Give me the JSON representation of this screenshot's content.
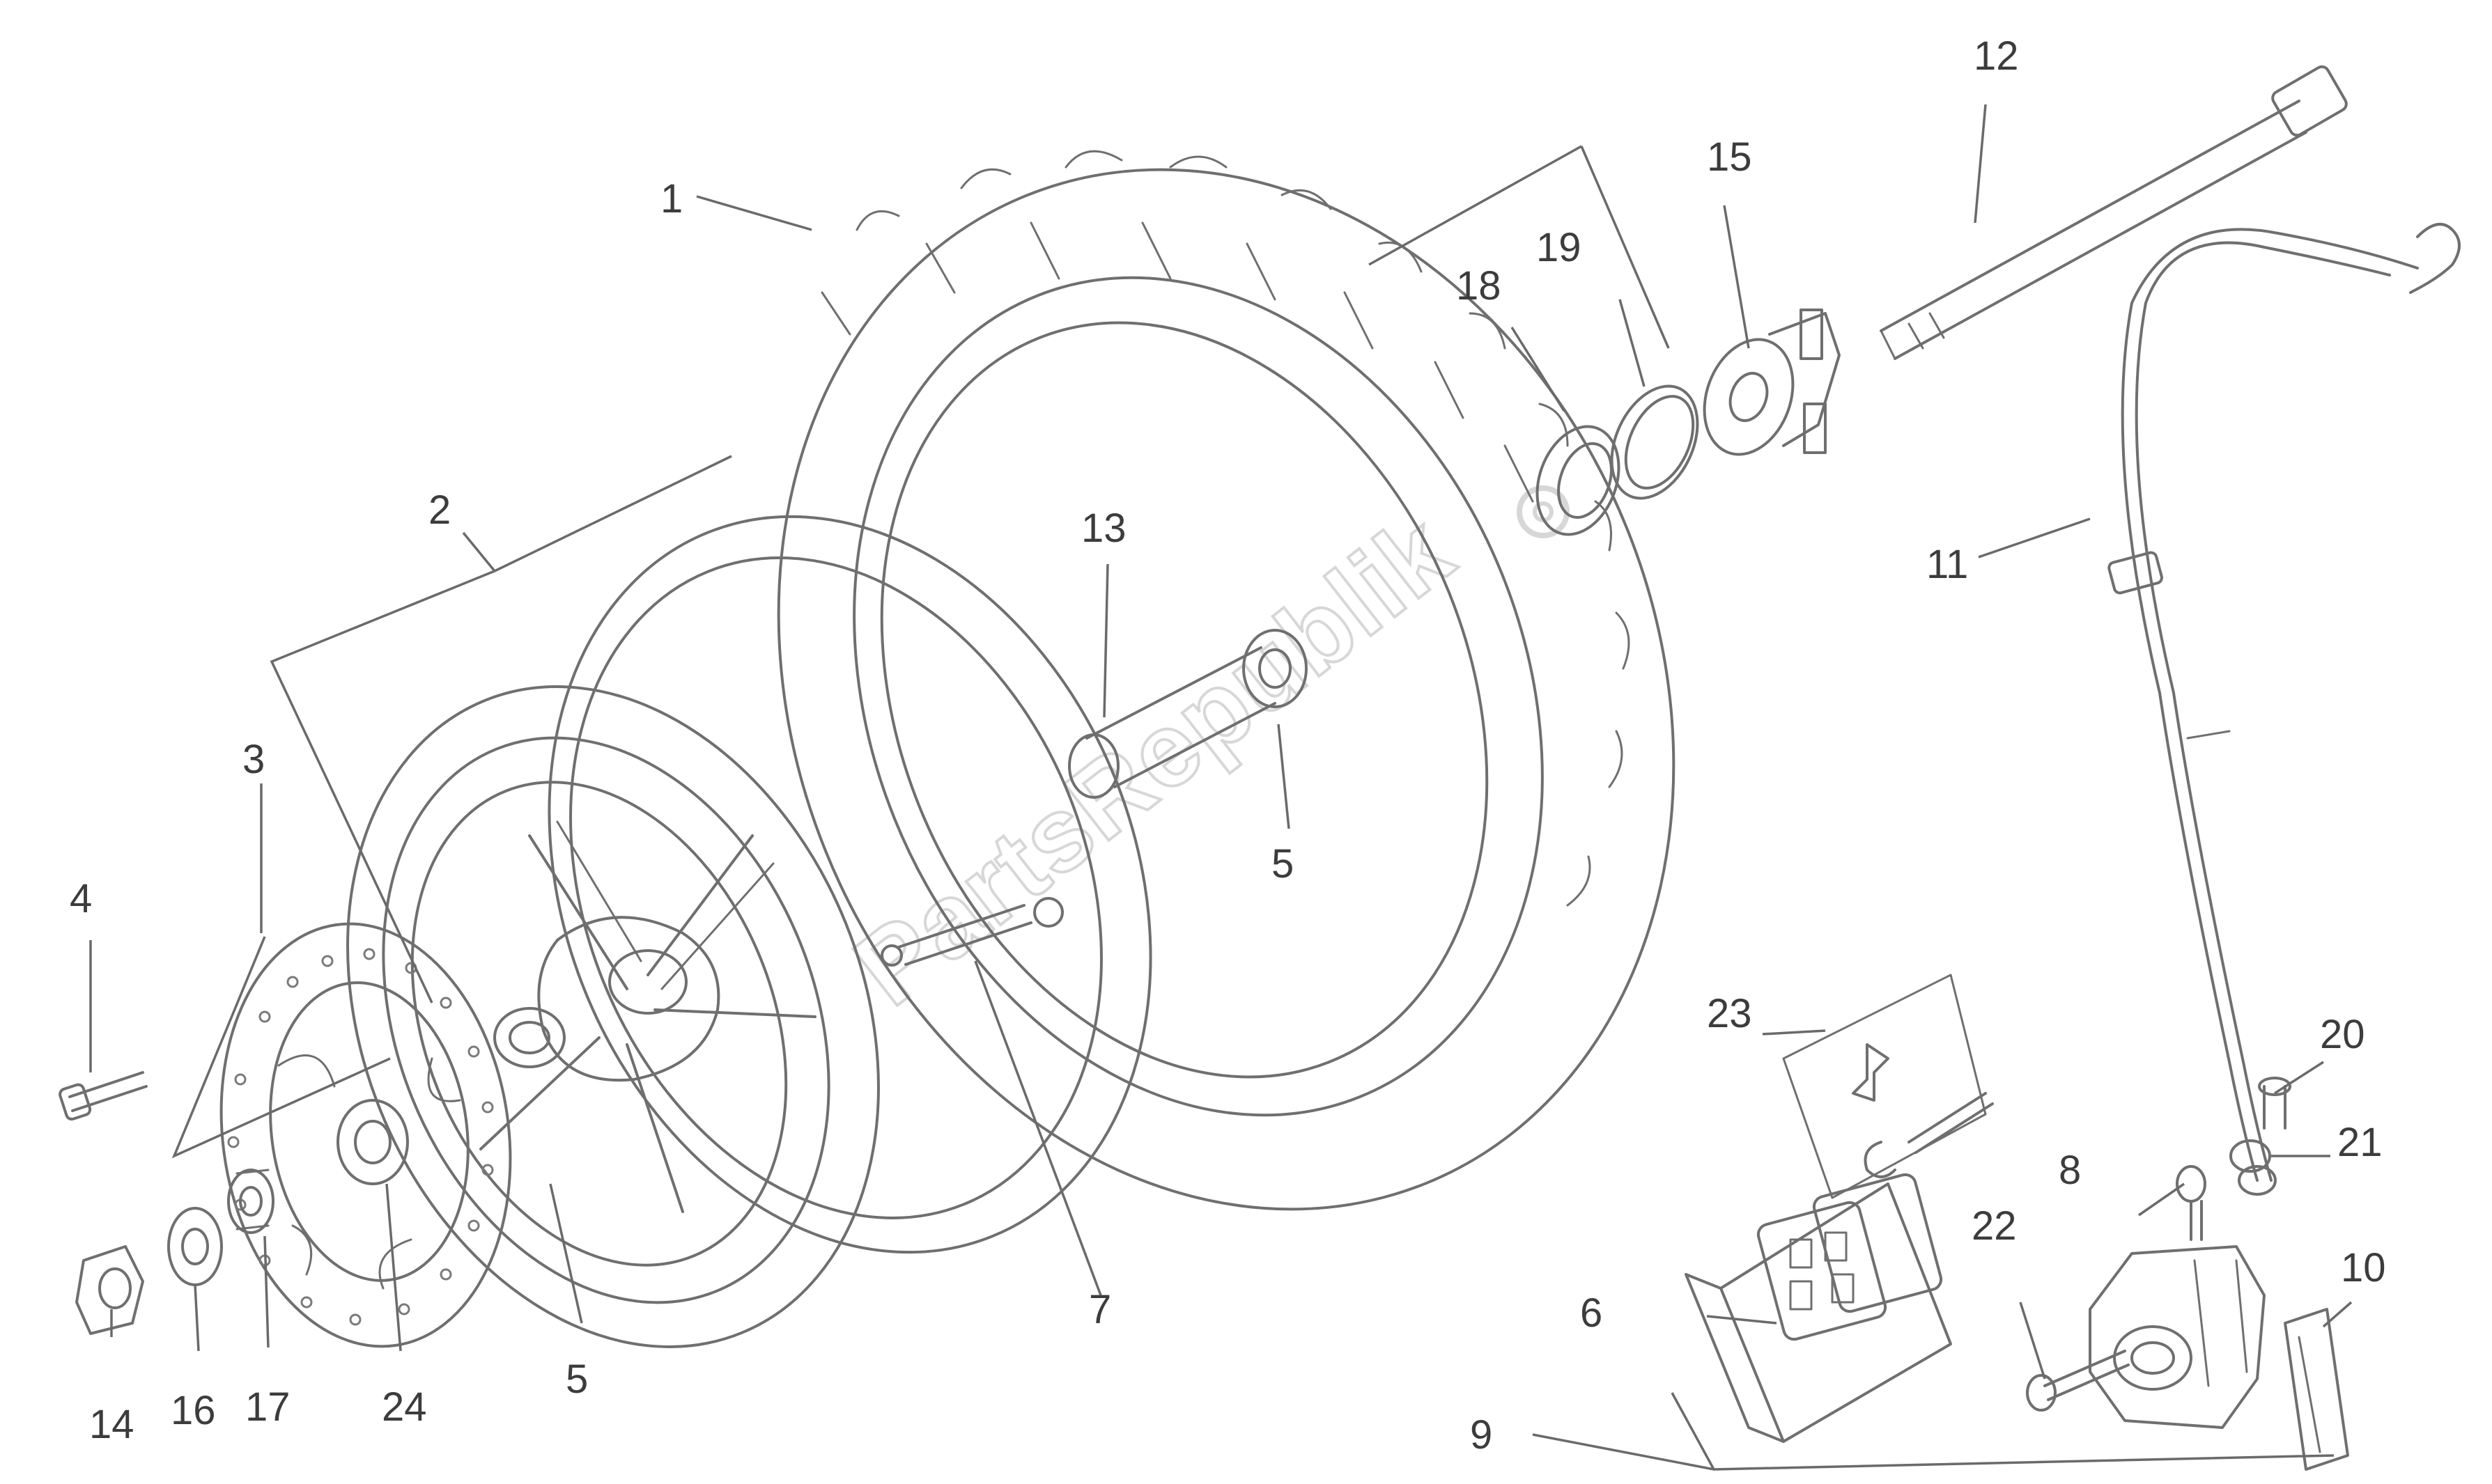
{
  "watermark": {
    "text": "PartsRepublik"
  },
  "callouts": [
    {
      "id": "c1",
      "label": "1",
      "part": "tyre"
    },
    {
      "id": "c2",
      "label": "2",
      "part": "wheel-rim"
    },
    {
      "id": "c3",
      "label": "3",
      "part": "brake-disc"
    },
    {
      "id": "c4",
      "label": "4",
      "part": "disc-screw"
    },
    {
      "id": "c5a",
      "label": "5",
      "part": "bearing"
    },
    {
      "id": "c5b",
      "label": "5",
      "part": "bearing"
    },
    {
      "id": "c6",
      "label": "6",
      "part": "brake-pads"
    },
    {
      "id": "c7",
      "label": "7",
      "part": "valve"
    },
    {
      "id": "c8",
      "label": "8",
      "part": "bleed-valve"
    },
    {
      "id": "c9",
      "label": "9",
      "part": "brake-caliper-assembly"
    },
    {
      "id": "c10",
      "label": "10",
      "part": "caliper-insert"
    },
    {
      "id": "c11",
      "label": "11",
      "part": "brake-hose"
    },
    {
      "id": "c12",
      "label": "12",
      "part": "wheel-axle"
    },
    {
      "id": "c13",
      "label": "13",
      "part": "spacer"
    },
    {
      "id": "c14",
      "label": "14",
      "part": "axle-nut"
    },
    {
      "id": "c15",
      "label": "15",
      "part": "speedometer-drive"
    },
    {
      "id": "c16",
      "label": "16",
      "part": "washer"
    },
    {
      "id": "c17",
      "label": "17",
      "part": "spacer-bush"
    },
    {
      "id": "c18",
      "label": "18",
      "part": "drive-ring"
    },
    {
      "id": "c19",
      "label": "19",
      "part": "seal-ring"
    },
    {
      "id": "c20",
      "label": "20",
      "part": "banjo-bolt"
    },
    {
      "id": "c21",
      "label": "21",
      "part": "copper-washer"
    },
    {
      "id": "c22",
      "label": "22",
      "part": "caliper-bolt"
    },
    {
      "id": "c23",
      "label": "23",
      "part": "pad-spring-pin-kit"
    },
    {
      "id": "c24",
      "label": "24",
      "part": "disc-hub"
    }
  ]
}
